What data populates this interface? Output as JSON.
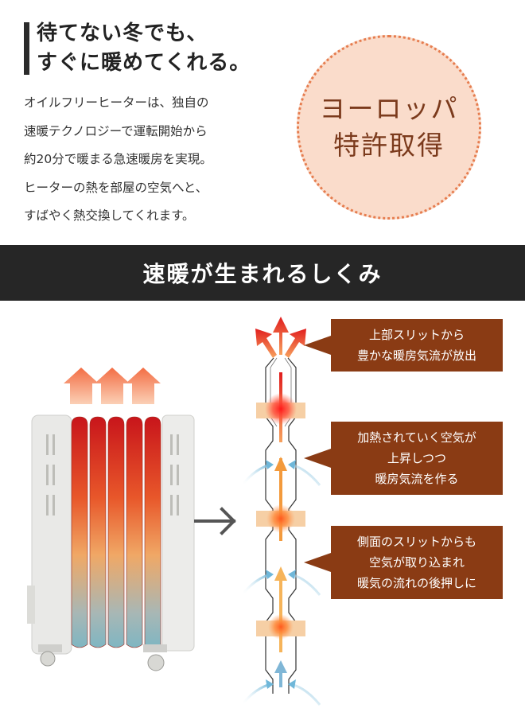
{
  "headline": {
    "line1": "待てない冬でも、",
    "line2": "すぐに暖めてくれる。"
  },
  "description": {
    "lines": [
      "オイルフリーヒーターは、独自の",
      "速暖テクノロジーで運転開始から",
      "約20分で暖まる急速暖房を実現。",
      "ヒーターの熱を部屋の空気へと、",
      "すばやく熱交換してくれます。"
    ]
  },
  "badge": {
    "line1": "ヨーロッパ",
    "line2": "特許取得"
  },
  "section_title": "速暖が生まれるしくみ",
  "callouts": [
    {
      "lines": [
        "上部スリットから",
        "豊かな暖房気流が放出"
      ]
    },
    {
      "lines": [
        "加熱されていく空気が",
        "上昇しつつ",
        "暖房気流を作る"
      ]
    },
    {
      "lines": [
        "側面のスリットからも",
        "空気が取り込まれ",
        "暖気の流れの後押しに"
      ]
    }
  ],
  "colors": {
    "callout_bg": "#8a3b14",
    "badge_bg": "#fadccb",
    "badge_border": "#e67d4f",
    "band_bg": "#262626"
  }
}
